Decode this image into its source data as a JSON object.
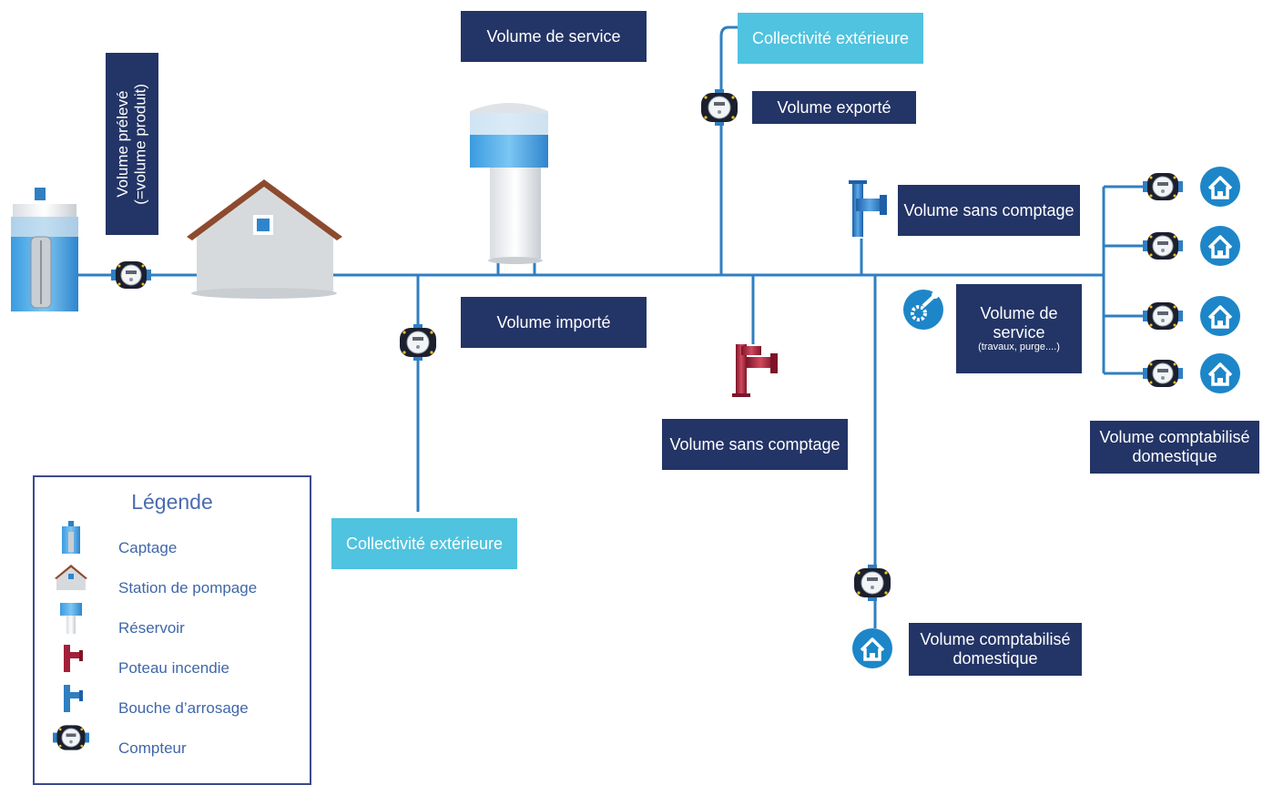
{
  "labels": {
    "volume_de_service_top": "Volume de service",
    "collectivite_ext_top": "Collectivité extérieure",
    "volume_exporte": "Volume exporté",
    "volume_preleve_line1": "Volume prélevé",
    "volume_preleve_line2": "(=volume produit)",
    "volume_sans_comptage_right": "Volume sans comptage",
    "volume_importe": "Volume importé",
    "volume_de_service_right_line1": "Volume de",
    "volume_de_service_right_line2": "service",
    "volume_de_service_right_small": "(travaux, purge....)",
    "volume_sans_comptage_mid": "Volume sans comptage",
    "volume_compt_dom_right_line1": "Volume comptabilisé",
    "volume_compt_dom_right_line2": "domestique",
    "collectivite_ext_bottom": "Collectivité extérieure",
    "volume_compt_dom_bottom_line1": "Volume comptabilisé",
    "volume_compt_dom_bottom_line2": "domestique"
  },
  "legend": {
    "title": "Légende",
    "items": [
      {
        "label": "Captage",
        "icon": "captage-icon"
      },
      {
        "label": "Station de pompage",
        "icon": "pumping-station-icon"
      },
      {
        "label": "Réservoir",
        "icon": "reservoir-icon"
      },
      {
        "label": "Poteau incendie",
        "icon": "fire-hydrant-icon"
      },
      {
        "label": "Bouche d’arrosage",
        "icon": "watering-outlet-icon"
      },
      {
        "label": "Compteur",
        "icon": "meter-icon"
      }
    ]
  },
  "colors": {
    "navy_box": "#233466",
    "light_box": "#4fc3df",
    "pipe": "#2f7fc1",
    "house_circle": "#1d86c8",
    "hydrant_red": "#a3203a",
    "legend_border": "#3b4a8c"
  }
}
